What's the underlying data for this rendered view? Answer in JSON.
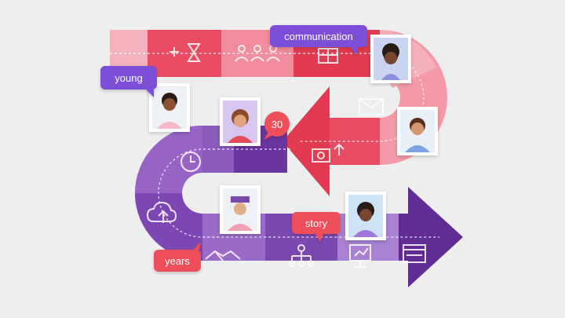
{
  "labels": {
    "communication": "communication",
    "young": "young",
    "thirty": "30",
    "story": "story",
    "years": "years"
  },
  "colors": {
    "background": "#eeeeef",
    "pink_light": "#f19aa6",
    "pink": "#ea5f72",
    "red": "#e0404f",
    "purple_light": "#a578c9",
    "purple": "#7b4aa8",
    "purple_dark": "#5a2b8f",
    "bubble_purple": "#7b4fd8",
    "bubble_red": "#ee4d5a"
  },
  "icons": [
    "gender-icon",
    "team-icon",
    "gift-icon",
    "mail-icon",
    "camera-upload-icon",
    "clock-icon",
    "cloud-upload-icon",
    "handshake-icon",
    "org-chart-icon",
    "presentation-icon",
    "browser-window-icon"
  ]
}
